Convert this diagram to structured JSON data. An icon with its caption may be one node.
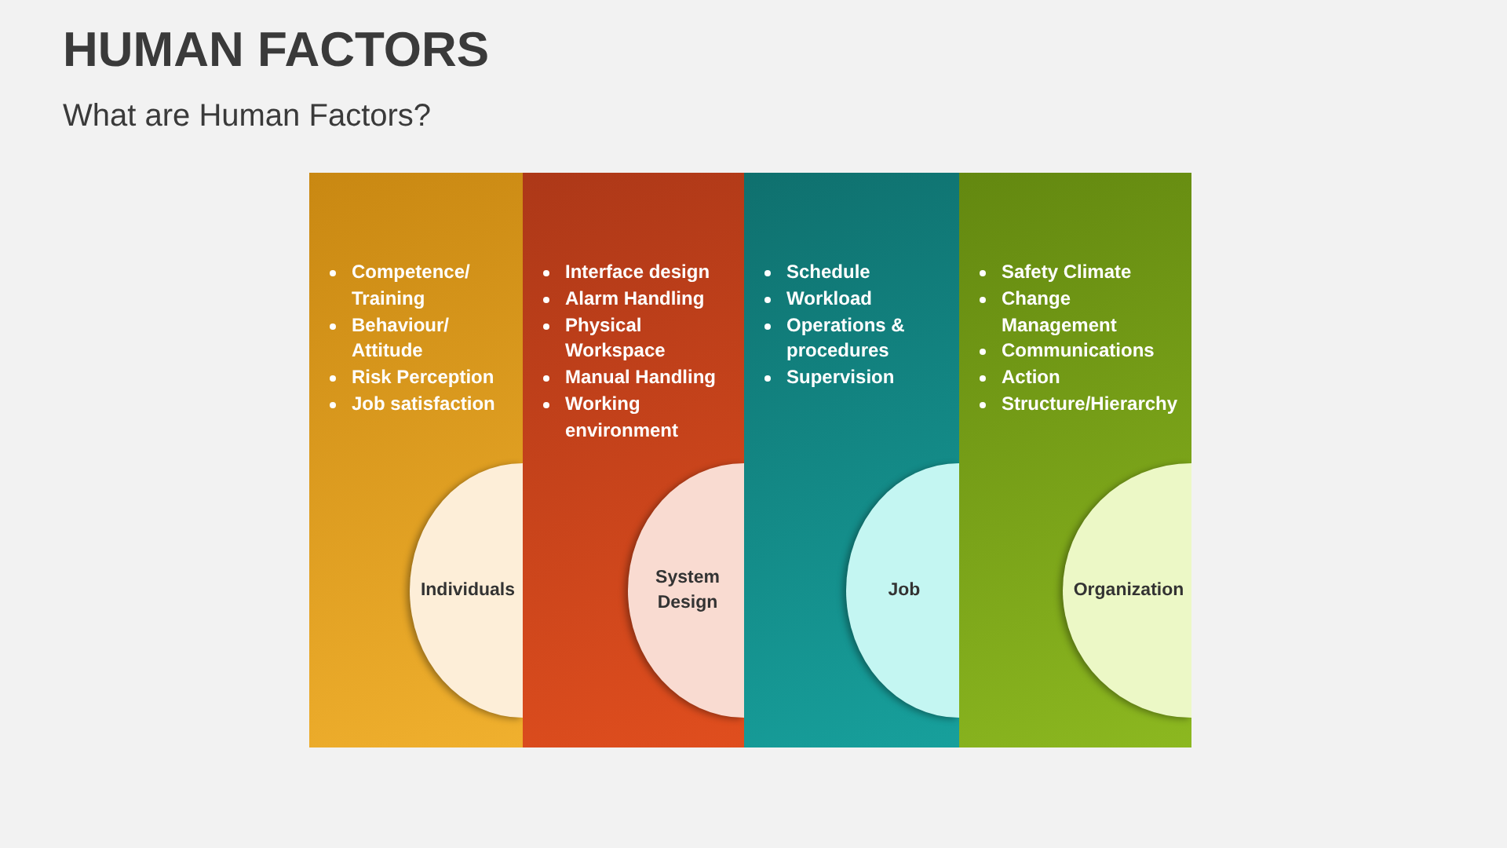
{
  "diagram": {
    "title": "HUMAN FACTORS",
    "caption": "What are Human Factors?",
    "nodes": [
      {
        "text": [
          "Competence/ Training",
          "Behaviour/ Attitude",
          "Risk Perception",
          "Job satisfaction"
        ]
      },
      {
        "text": [
          "Individuals"
        ],
        "in": 0
      },
      {
        "text": [
          "Interface design",
          "Alarm Handling",
          "Physical Workspace",
          "Manual Handling",
          "Working environment"
        ]
      },
      {
        "text": [
          "System Design"
        ],
        "in": 2
      },
      {
        "text": [
          "Schedule",
          "Workload",
          "Operations & procedures",
          "Supervision"
        ]
      },
      {
        "text": [
          "Job"
        ],
        "in": 4
      },
      {
        "text": [
          "Safety Climate",
          "Change Management",
          "Communications",
          "Action",
          "Structure/Hierarchy"
        ]
      },
      {
        "text": [
          "Organization"
        ],
        "in": 6
      }
    ]
  }
}
